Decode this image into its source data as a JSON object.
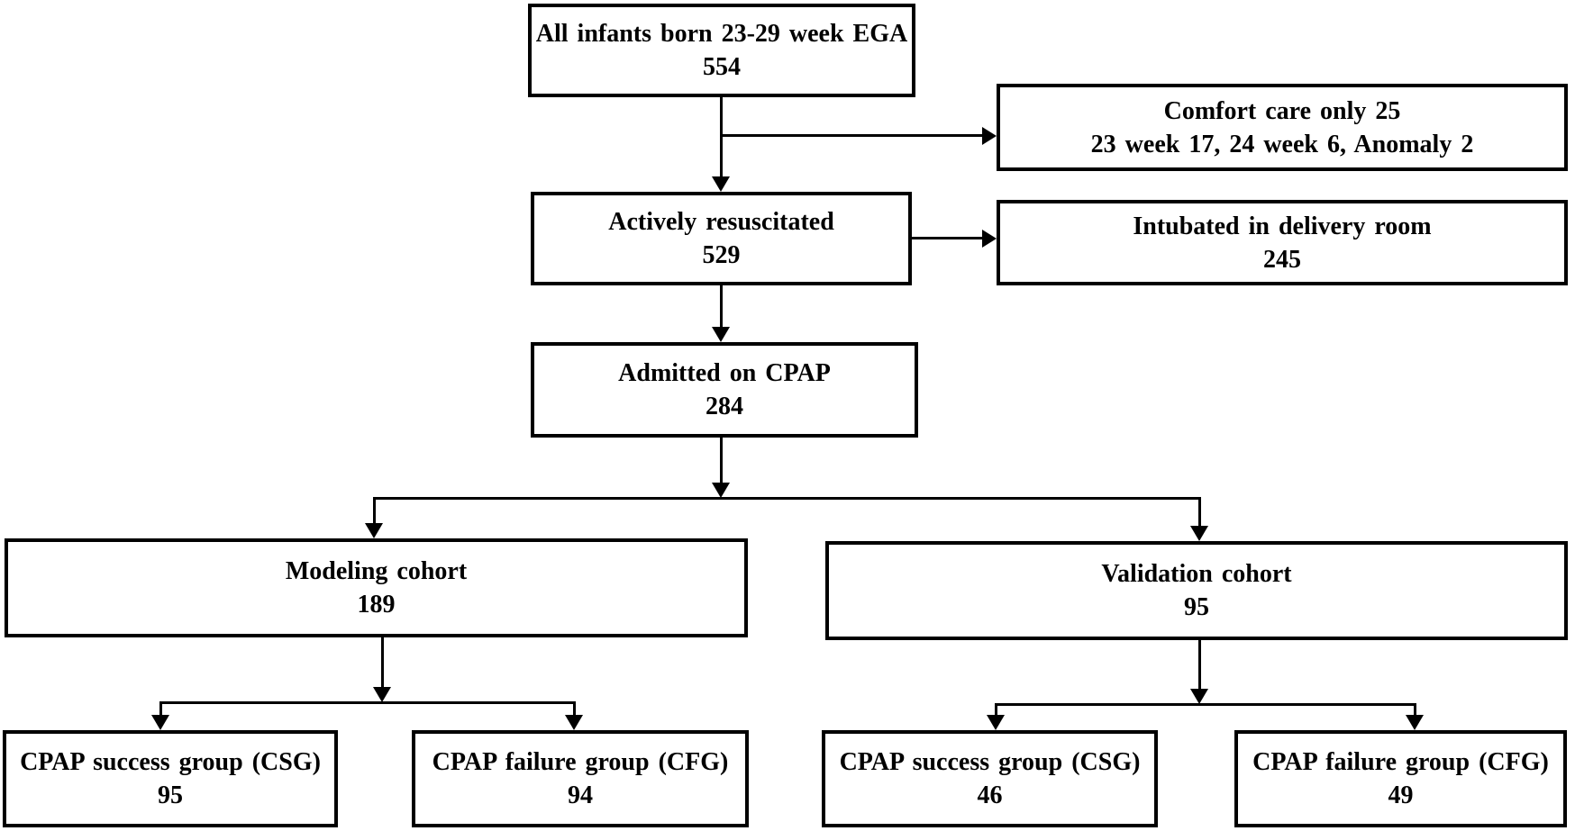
{
  "diagram": {
    "type": "flowchart",
    "background_color": "#ffffff",
    "box_border_color": "#000000",
    "text_color": "#000000",
    "nodes": {
      "all_infants": {
        "line1": "All infants born 23-29 week EGA",
        "line2": "554"
      },
      "comfort_care": {
        "line1": "Comfort care only 25",
        "line2": "23 week 17, 24 week 6, Anomaly 2"
      },
      "actively_resuscitated": {
        "line1": "Actively resuscitated",
        "line2": "529"
      },
      "intubated_delivery_room": {
        "line1": "Intubated in delivery room",
        "line2": "245"
      },
      "admitted_on_cpap": {
        "line1": "Admitted on CPAP",
        "line2": "284"
      },
      "modeling_cohort": {
        "line1": "Modeling cohort",
        "line2": "189"
      },
      "validation_cohort": {
        "line1": "Validation cohort",
        "line2": "95"
      },
      "modeling_csg": {
        "line1": "CPAP success group (CSG)",
        "line2": "95"
      },
      "modeling_cfg": {
        "line1": "CPAP failure group (CFG)",
        "line2": "94"
      },
      "validation_csg": {
        "line1": "CPAP success group (CSG)",
        "line2": "46"
      },
      "validation_cfg": {
        "line1": "CPAP failure group (CFG)",
        "line2": "49"
      }
    }
  }
}
